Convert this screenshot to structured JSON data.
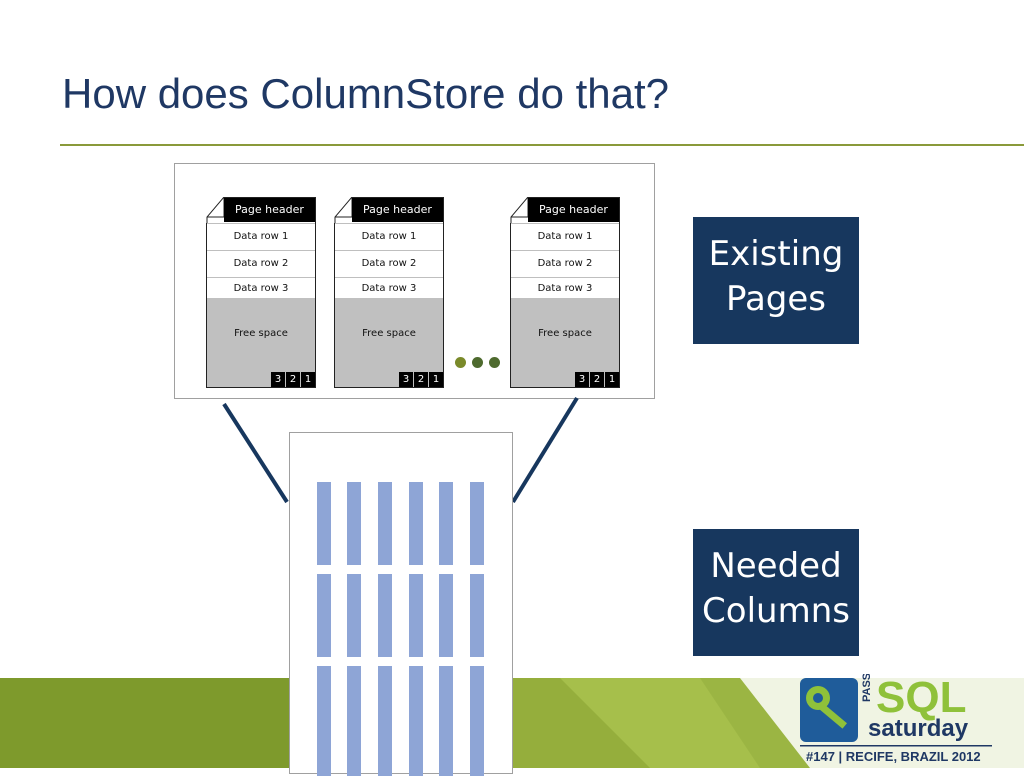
{
  "slide": {
    "title": "How does ColumnStore do that?"
  },
  "colors": {
    "title": "#1f3864",
    "rule": "#8a9a3a",
    "label_box": "#17375e",
    "column_segment": "#8ea5d6",
    "connector": "#17375e",
    "band_green": "#7e9a2c",
    "band_light": "#a8c04a",
    "dot_colors": [
      "#7a8a2a",
      "#4e6a2e",
      "#4e6a2e"
    ]
  },
  "pages": [
    {
      "header": "Page header",
      "rows": [
        "Data row 1",
        "Data row 2",
        "Data row 3"
      ],
      "free": "Free space",
      "slots": [
        "3",
        "2",
        "1"
      ]
    },
    {
      "header": "Page header",
      "rows": [
        "Data row 1",
        "Data row 2",
        "Data row 3"
      ],
      "free": "Free space",
      "slots": [
        "3",
        "2",
        "1"
      ]
    },
    {
      "header": "Page header",
      "rows": [
        "Data row 1",
        "Data row 2",
        "Data row 3"
      ],
      "free": "Free space",
      "slots": [
        "3",
        "2",
        "1"
      ]
    }
  ],
  "labels": {
    "existing": [
      "Existing",
      "Pages"
    ],
    "needed": [
      "Needed",
      "Columns"
    ]
  },
  "logo": {
    "pass": "PASS",
    "sql": "SQL",
    "saturday": "saturday",
    "event": "#147 | RECIFE, BRAZIL 2012",
    "icon": "key-icon"
  }
}
